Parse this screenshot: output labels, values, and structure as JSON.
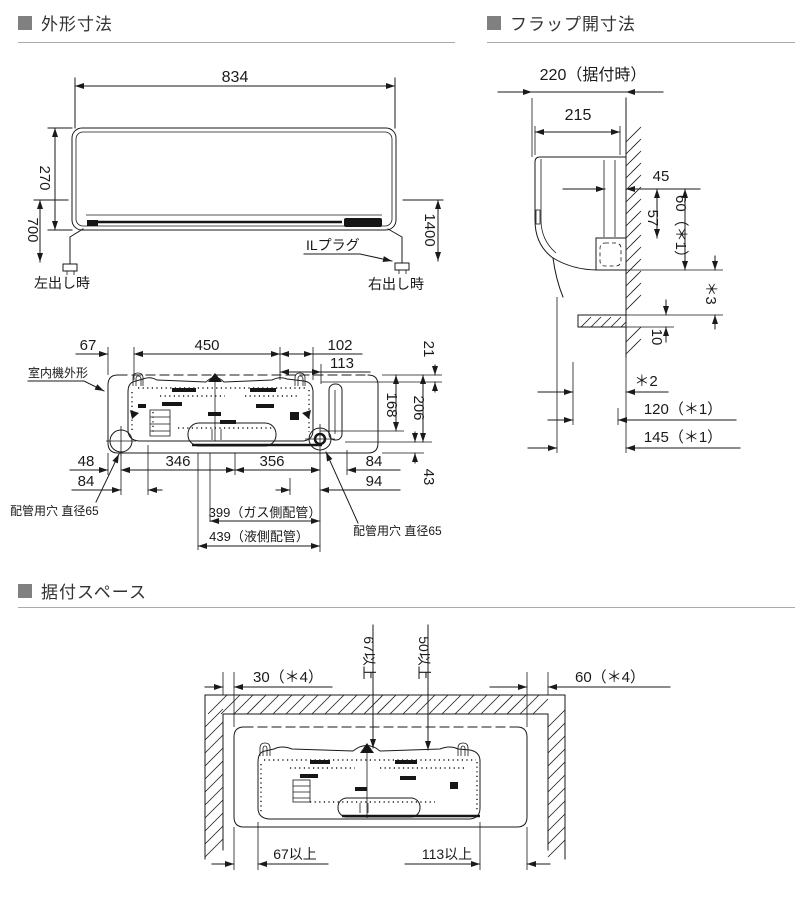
{
  "colors": {
    "line": "#1a1a1a",
    "heading_square": "#808080",
    "rule": "#aaaaaa",
    "text": "#222222",
    "background": "#ffffff"
  },
  "sections": {
    "dimensions": {
      "title": "外形寸法"
    },
    "flap": {
      "title": "フラップ開寸法"
    },
    "space": {
      "title": "据付スペース"
    }
  },
  "front_view": {
    "d_width": "834",
    "d_height": "270",
    "d_cord_left": "700",
    "d_cord_right": "1400",
    "label_left": "左出し時",
    "label_right": "右出し時",
    "label_plug": "ILプラグ"
  },
  "rear_view": {
    "label_outline": "室内機外形",
    "d67": "67",
    "d450": "450",
    "d102": "102",
    "d113": "113",
    "d21": "21",
    "d168": "168",
    "d206": "206",
    "d43": "43",
    "d48": "48",
    "d346": "346",
    "d356": "356",
    "d84_right": "84",
    "d84_left": "84",
    "d94": "94",
    "d_gas": "399（ガス側配管）",
    "d_liquid": "439（液側配管）",
    "label_hole_left": "配管用穴 直径65",
    "label_hole_right": "配管用穴 直径65"
  },
  "side_view": {
    "d220": "220（据付時）",
    "d215": "215",
    "d45": "45",
    "d57": "57",
    "d60": "60（＊1）",
    "n3": "＊3",
    "d10": "10",
    "n2": "＊2",
    "d120": "120（＊1）",
    "d145": "145（＊1）"
  },
  "space_view": {
    "d30": "30（＊4）",
    "d60": "60（＊4）",
    "v67": "67以上",
    "v50": "50以上",
    "b67": "67以上",
    "b113": "113以上"
  }
}
